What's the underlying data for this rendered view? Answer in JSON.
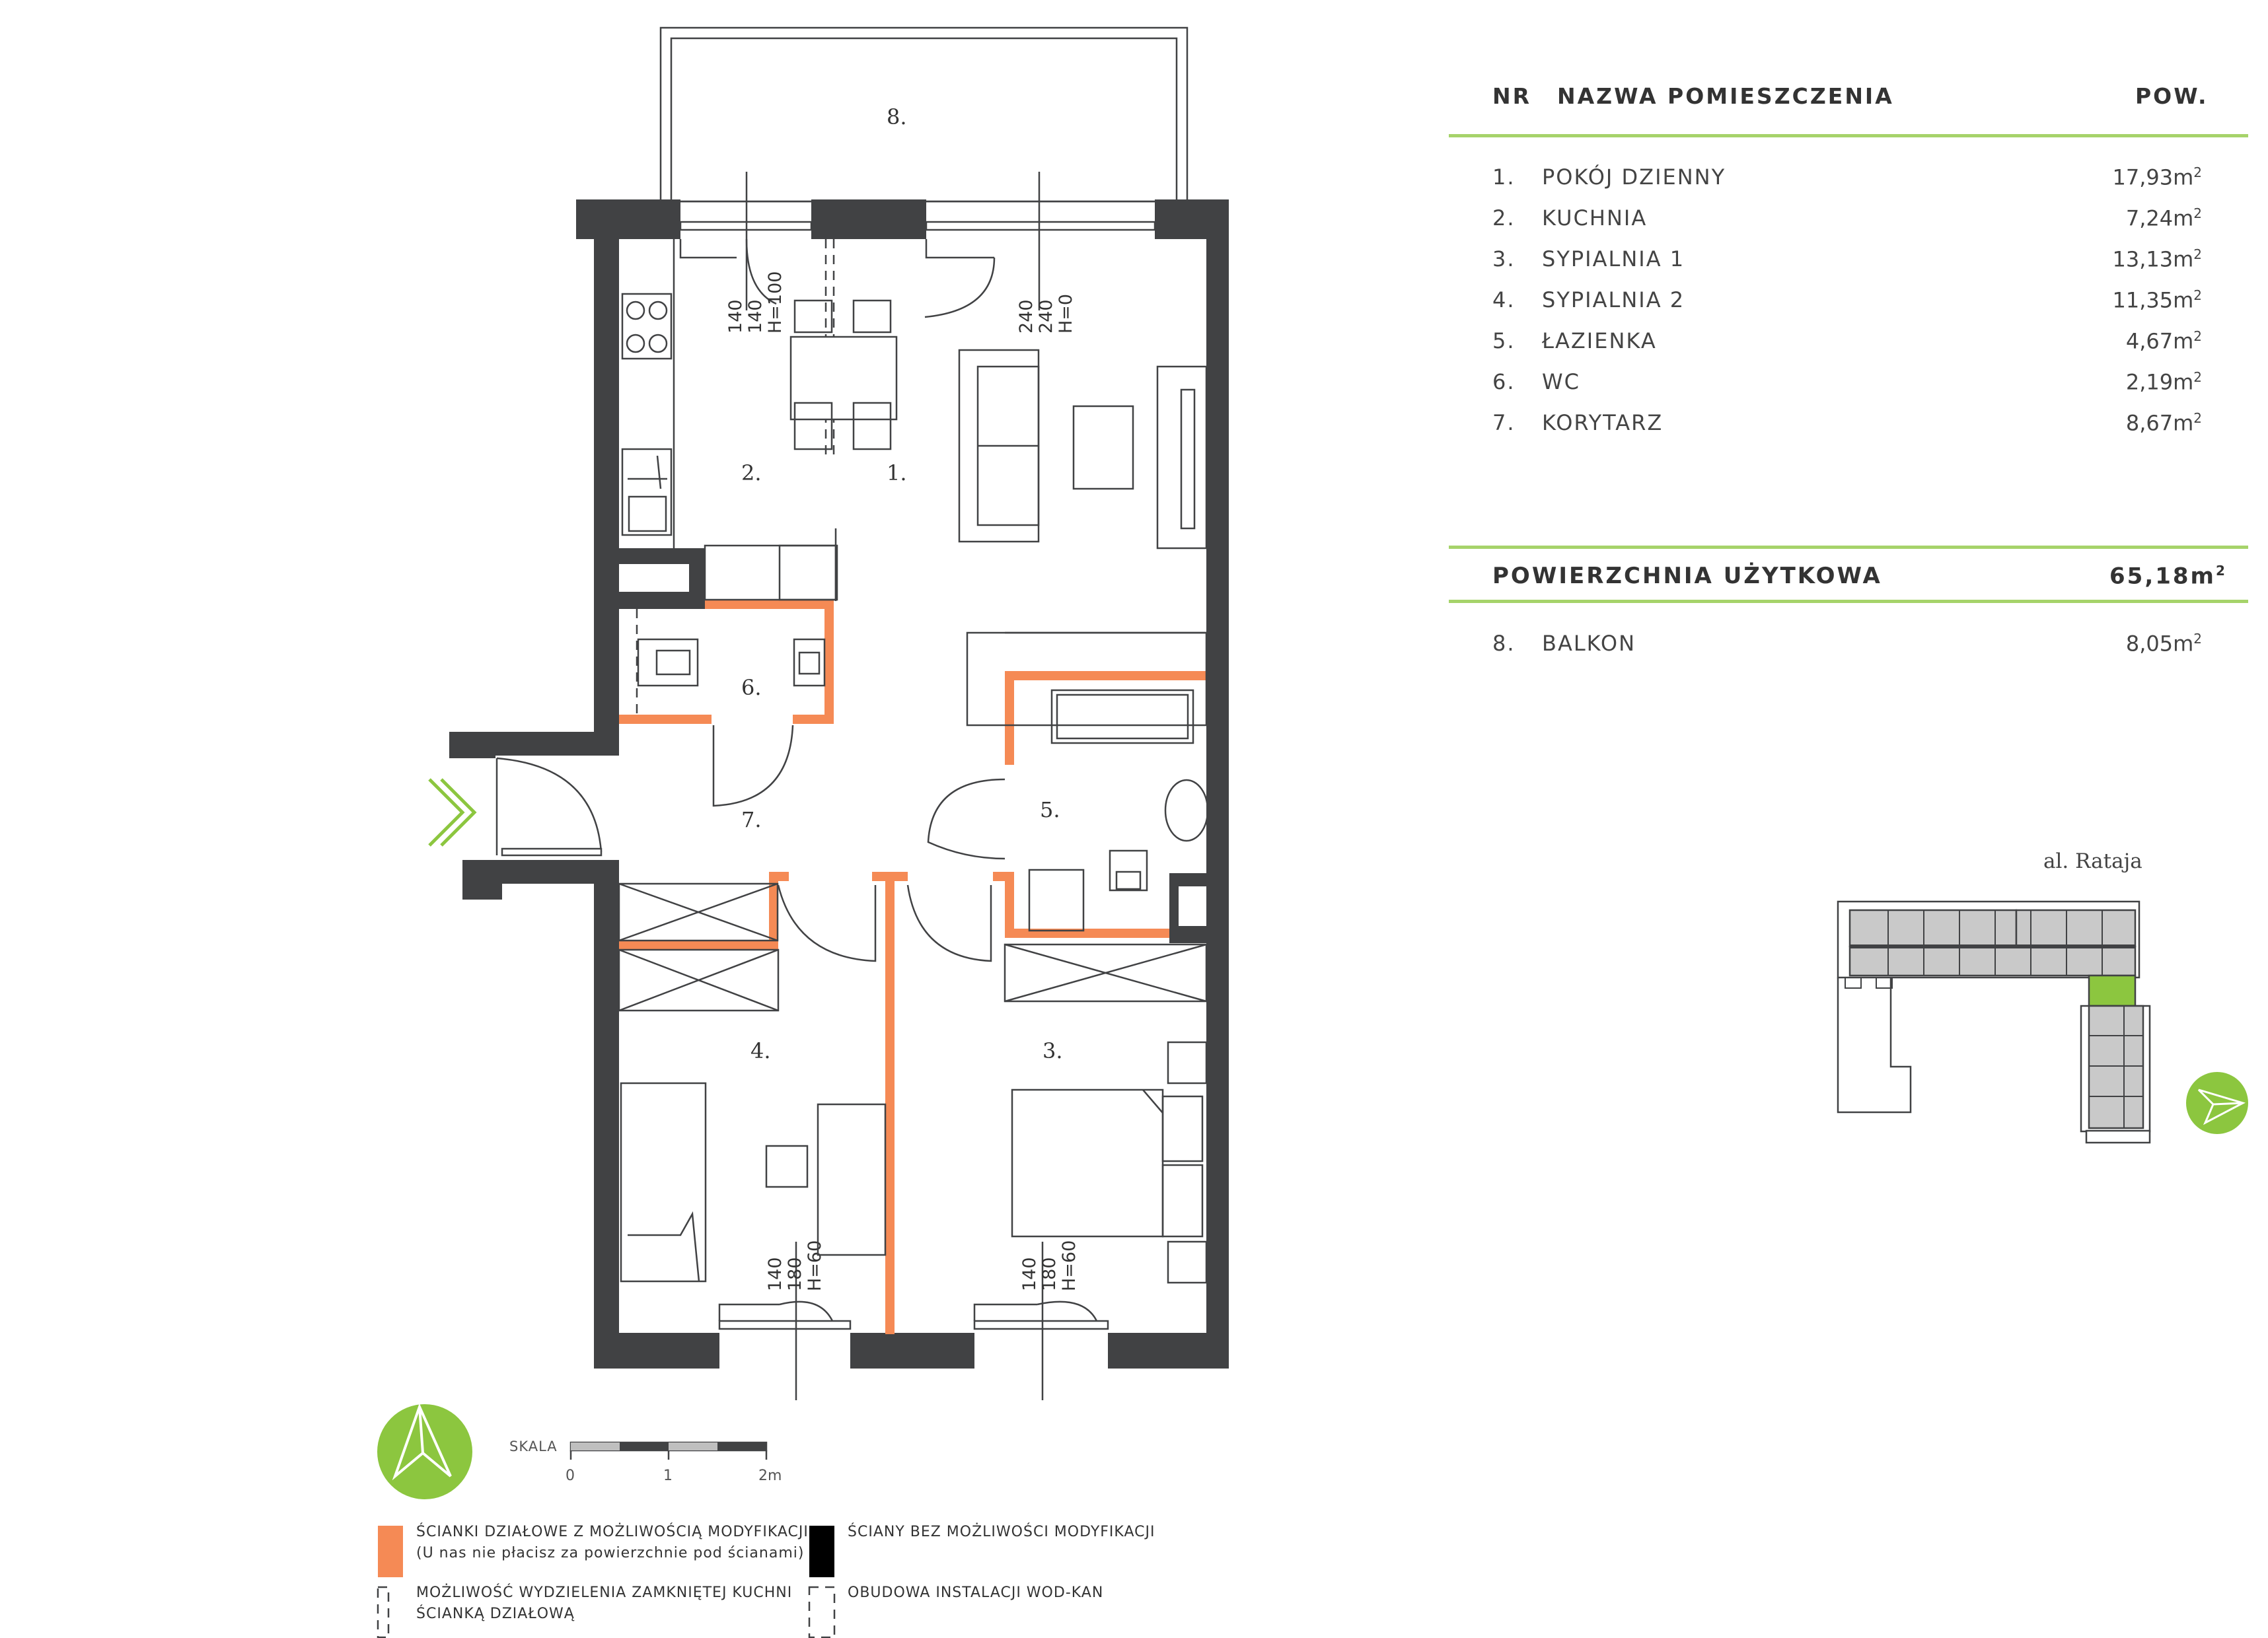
{
  "schedule": {
    "header": {
      "nr": "NR",
      "name": "NAZWA POMIESZCZENIA",
      "area": "POW."
    },
    "rooms": [
      {
        "nr": "1.",
        "name": "POKÓJ DZIENNY",
        "area": "17,93m",
        "sup": "2"
      },
      {
        "nr": "2.",
        "name": "KUCHNIA",
        "area": "7,24m",
        "sup": "2"
      },
      {
        "nr": "3.",
        "name": "SYPIALNIA 1",
        "area": "13,13m",
        "sup": "2"
      },
      {
        "nr": "4.",
        "name": "SYPIALNIA 2",
        "area": "11,35m",
        "sup": "2"
      },
      {
        "nr": "5.",
        "name": "ŁAZIENKA",
        "area": "4,67m",
        "sup": "2"
      },
      {
        "nr": "6.",
        "name": "WC",
        "area": "2,19m",
        "sup": "2"
      },
      {
        "nr": "7.",
        "name": "KORYTARZ",
        "area": "8,67m",
        "sup": "2"
      }
    ],
    "total": {
      "label": "POWIERZCHNIA UŻYTKOWA",
      "area": "65,18m",
      "sup": "2"
    },
    "balcony": {
      "nr": "8.",
      "name": "BALKON",
      "area": "8,05m",
      "sup": "2"
    }
  },
  "plan": {
    "room_labels": [
      "1.",
      "2.",
      "3.",
      "4.",
      "5.",
      "6.",
      "7.",
      "8."
    ],
    "windows": [
      {
        "w": "140",
        "h": "140",
        "sill": "H=100"
      },
      {
        "w": "240",
        "h": "240",
        "sill": "H=0"
      },
      {
        "w": "140",
        "h": "180",
        "sill": "H=60"
      },
      {
        "w": "140",
        "h": "180",
        "sill": "H=60"
      }
    ]
  },
  "site": {
    "street": "al. Rataja"
  },
  "legend": {
    "scale_label": "SKALA",
    "scale_ticks": [
      "0",
      "1",
      "2m"
    ],
    "modifiable_walls": "ŚCIANKI DZIAŁOWE Z MOŻLIWOŚCIĄ MODYFIKACJI",
    "modifiable_walls_note": "(U nas nie płacisz za powierzchnie pod ścianami)",
    "fixed_walls": "ŚCIANY BEZ MOŻLIWOŚCI MODYFIKACJI",
    "kitchen_partition_1": "MOŻLIWOŚĆ WYDZIELENIA ZAMKNIĘTEJ KUCHNI",
    "kitchen_partition_2": "ŚCIANKĄ DZIAŁOWĄ",
    "plumbing": "OBUDOWA INSTALACJI WOD-KAN"
  },
  "colors": {
    "wall": "#414244",
    "modifiable_wall": "#f58a55",
    "accent_green": "#8cc63f",
    "rule_green": "#a6d36a"
  },
  "icons": [
    "entrance-arrow-icon",
    "north-arrow-icon",
    "site-north-arrow-icon"
  ]
}
